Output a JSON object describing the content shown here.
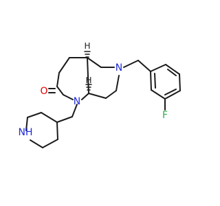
{
  "molecule": {
    "atoms": {
      "n_ring": {
        "symbol": "N",
        "color": "#1f2bd6"
      },
      "n_amide": {
        "symbol": "N",
        "color": "#1f2bd6"
      },
      "n_pip": {
        "symbol": "NH",
        "color": "#1f2bd6"
      },
      "o": {
        "symbol": "O",
        "color": "#e60000"
      },
      "f": {
        "symbol": "F",
        "color": "#2fb04b"
      },
      "h_top": {
        "symbol": "H",
        "color": "#1a1a1a"
      },
      "h_bottom": {
        "symbol": "H",
        "color": "#1a1a1a"
      }
    },
    "bond_color": "#1a1a1a"
  }
}
